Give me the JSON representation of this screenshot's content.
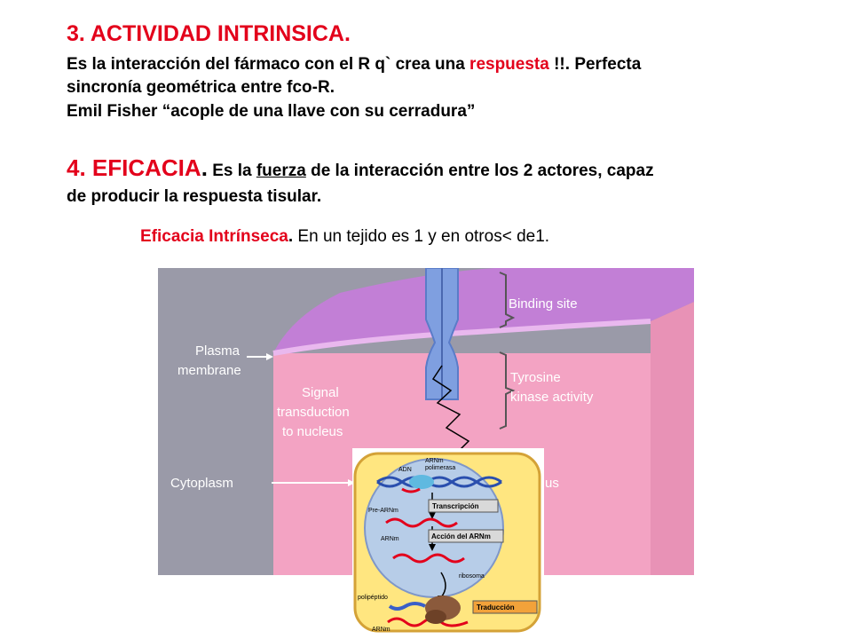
{
  "section3": {
    "heading": "3. ACTIVIDAD INTRINSICA.",
    "line1_pre": "Es la interacción del fármaco con el R q` crea una ",
    "line1_red": "respuesta",
    "line1_post": " !!. Perfecta",
    "line2": "sincronía geométrica entre fco-R.",
    "line3": "Emil Fisher “acople de una llave con su cerradura”"
  },
  "section4": {
    "heading": "4. EFICACIA",
    "period": ".",
    "line1_pre": " Es la ",
    "line1_underlined": "fuerza",
    "line1_post": " de la interacción entre los 2 actores, capaz",
    "line2": "de producir la respuesta tisular."
  },
  "efficacy": {
    "label": "Eficacia Intrínseca",
    "period": ".",
    "text": " En un tejido es 1 y en otros< de1."
  },
  "figure": {
    "binding_site": "Binding site",
    "tyrosine1": "Tyrosine",
    "tyrosine2": "kinase activity",
    "plasma1": "Plasma",
    "plasma2": "membrane",
    "signal1": "Signal",
    "signal2": "transduction",
    "signal3": "to nucleus",
    "cytoplasm": "Cytoplasm",
    "nucleus_partial": "us"
  },
  "inset": {
    "arnm_polimerasa1": "ARNm",
    "arnm_polimerasa2": "polimerasa",
    "adn": "ADN",
    "transcripcion": "Transcripción",
    "pre_arnm": "Pre-ARNm",
    "accion": "Acción del ARNm",
    "arnm1": "ARNm",
    "ribosoma": "ribosoma",
    "polipeptido": "polipéptido",
    "traduccion": "Traducción",
    "arnm2": "ARNm"
  },
  "colors": {
    "red_text": "#e3001b",
    "background_gray": "#9a9aa8",
    "membrane_purple": "#c27fd6",
    "tissue_pink": "#f3a3c3",
    "receptor_blue": "#7f9fe0",
    "cell_yellow": "#ffe680",
    "nucleus_blue": "#b7cde8"
  }
}
